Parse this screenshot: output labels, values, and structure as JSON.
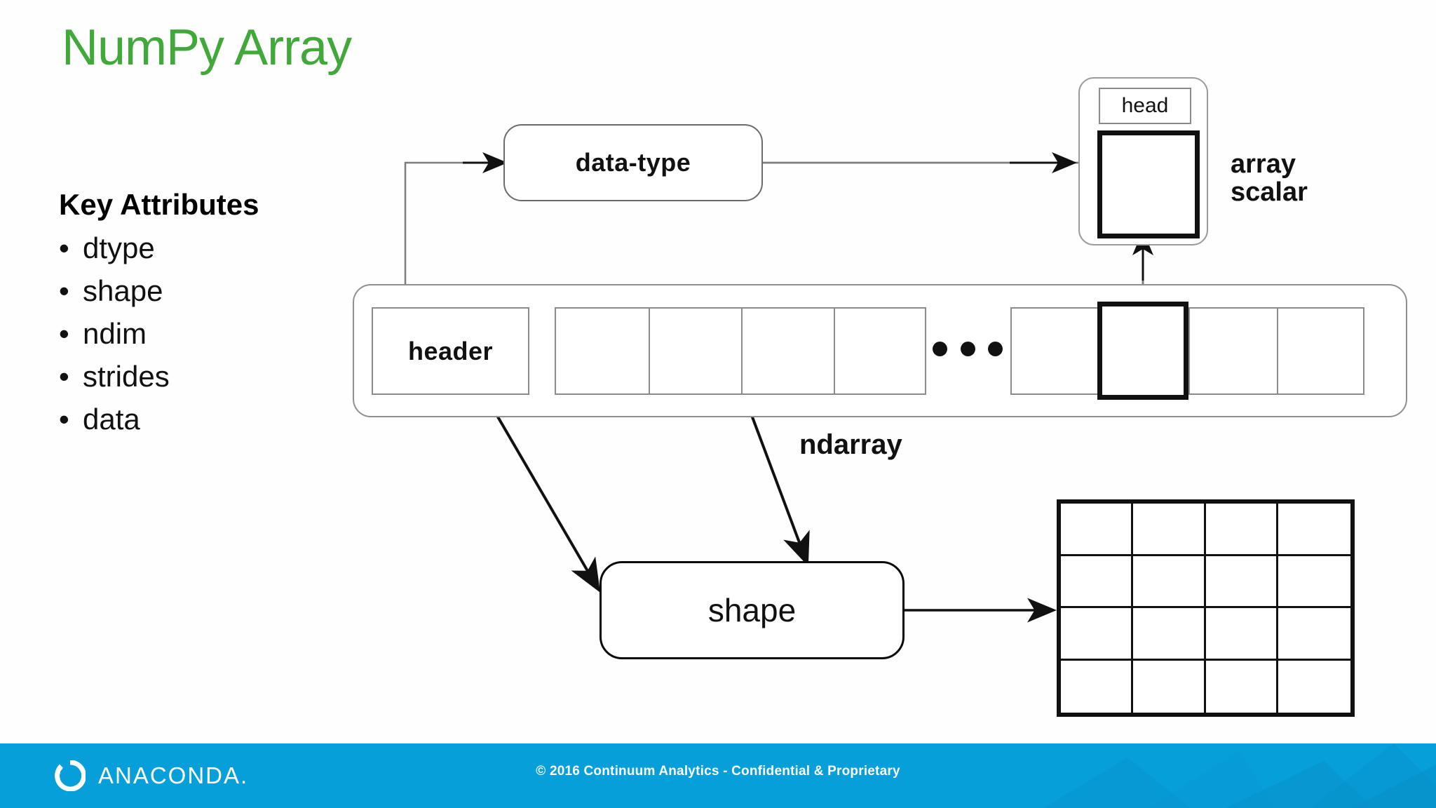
{
  "slide": {
    "title": "NumPy Array",
    "title_color": "#41a93a",
    "background": "#fefefe"
  },
  "key_attributes": {
    "heading": "Key Attributes",
    "bullet_char": "•",
    "items": [
      {
        "label": "dtype"
      },
      {
        "label": "shape"
      },
      {
        "label": "ndim"
      },
      {
        "label": "strides"
      },
      {
        "label": "data"
      }
    ]
  },
  "diagram": {
    "data_type_box": "data-type",
    "head_container": {
      "head_label": "head",
      "caption_line1": "array",
      "caption_line2": "scalar"
    },
    "ndarray": {
      "header_cell": "header",
      "label": "ndarray",
      "ellipsis": "•••",
      "left_cell_count": 4,
      "right_cell_count": 4,
      "highlighted_cell_index": 2
    },
    "shape_box": "shape",
    "grid": {
      "rows": 4,
      "cols": 4
    },
    "line_color": "#8a8a8a",
    "arrow_color": "#111111"
  },
  "footer": {
    "brand": "ANACONDA.",
    "copyright": "© 2016 Continuum Analytics - Confidential & Proprietary",
    "background": "#069fda",
    "text_color": "#ffffff"
  }
}
